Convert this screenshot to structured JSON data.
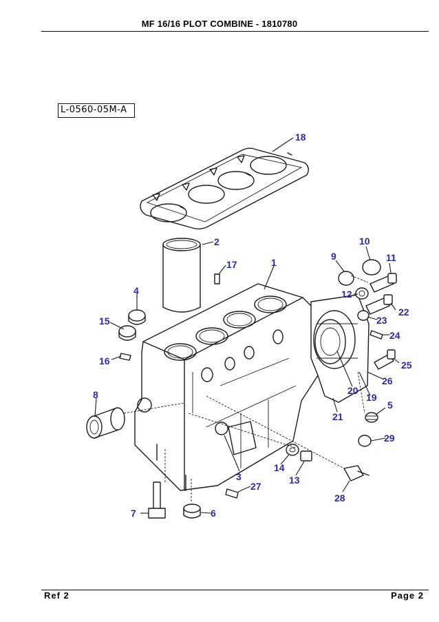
{
  "header": {
    "title": "MF 16/16 PLOT COMBINE - 1810780"
  },
  "figure": {
    "reference_code": "L-0560-05M-A",
    "callouts": [
      "18",
      "2",
      "17",
      "1",
      "4",
      "15",
      "16",
      "8",
      "9",
      "10",
      "11",
      "12",
      "22",
      "23",
      "24",
      "25",
      "26",
      "19",
      "20",
      "21",
      "5",
      "29",
      "14",
      "13",
      "3",
      "27",
      "28",
      "7",
      "6"
    ]
  },
  "footer": {
    "left": "Ref  2",
    "right": "Page  2"
  }
}
